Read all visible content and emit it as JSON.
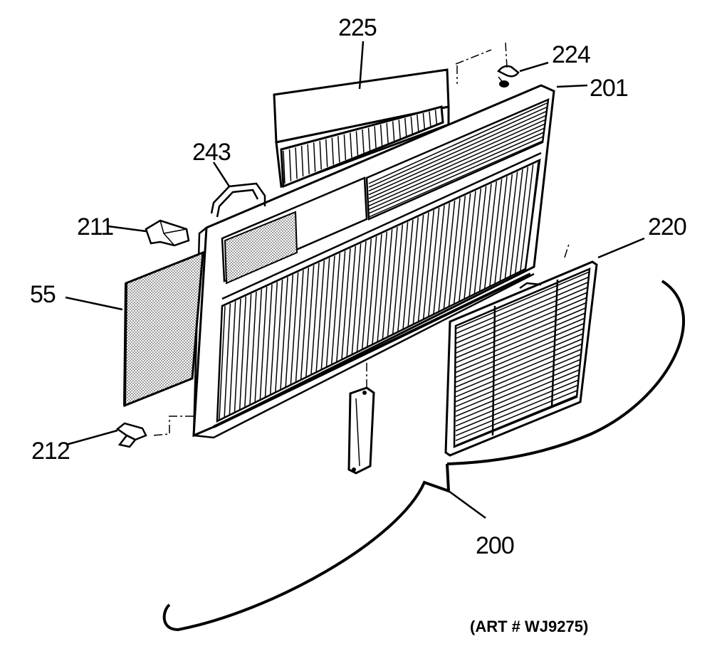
{
  "labels": {
    "p225": "225",
    "p224": "224",
    "p201": "201",
    "p243": "243",
    "p211": "211",
    "p220": "220",
    "p55": "55",
    "p212": "212",
    "p200": "200"
  },
  "art_number": "(ART # WJ9275)",
  "colors": {
    "ink": "#000000",
    "paper": "#ffffff",
    "mesh": "#bdbdbd"
  }
}
